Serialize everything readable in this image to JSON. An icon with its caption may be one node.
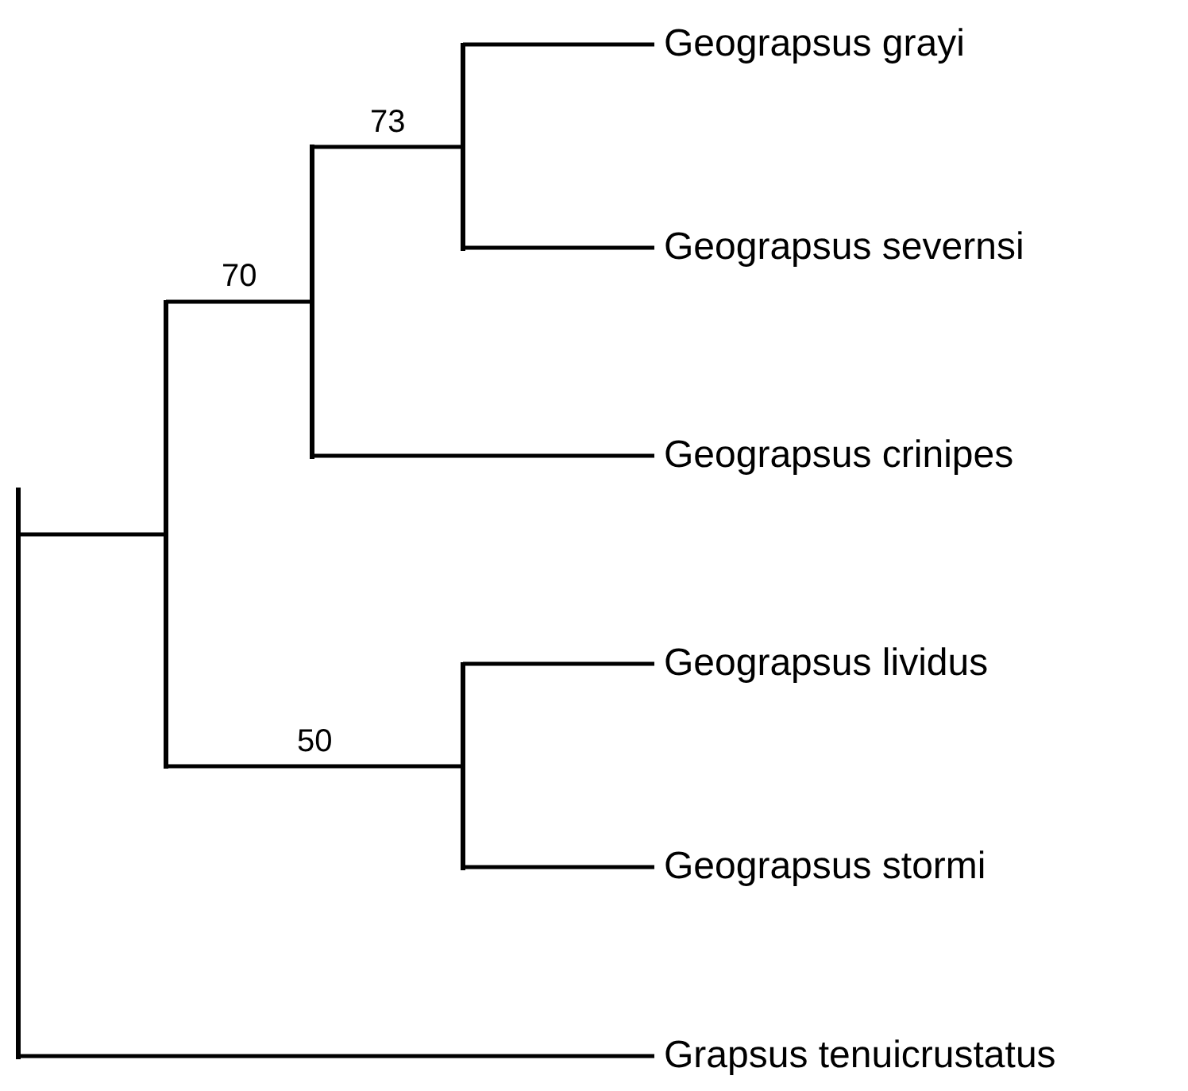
{
  "diagram": {
    "nodes": [
      {
        "text": [],
        "shape": "bar"
      },
      {
        "text": [],
        "shape": "bar"
      },
      {
        "text": [],
        "shape": "bar"
      },
      {
        "text": [],
        "shape": "bar"
      },
      {
        "text": [
          "Geograpsus grayi"
        ]
      },
      {
        "text": [
          "Geograpsus severnsi"
        ]
      },
      {
        "text": [
          "Geograpsus crinipes"
        ]
      },
      {
        "text": [],
        "shape": "bar"
      },
      {
        "text": [
          "Geograpsus lividus"
        ]
      },
      {
        "text": [
          "Geograpsus stormi"
        ]
      },
      {
        "text": [
          "Grapsus tenuicrustatus"
        ]
      }
    ],
    "edges": [
      {
        "from": 0,
        "to": 1,
        "arrow": "none"
      },
      {
        "from": 0,
        "to": 10,
        "arrow": "none"
      },
      {
        "from": 1,
        "to": 2,
        "arrow": "none",
        "label": "70"
      },
      {
        "from": 1,
        "to": 7,
        "arrow": "none",
        "label": "50"
      },
      {
        "from": 2,
        "to": 3,
        "arrow": "none",
        "label": "73"
      },
      {
        "from": 2,
        "to": 6,
        "arrow": "none"
      },
      {
        "from": 3,
        "to": 4,
        "arrow": "none"
      },
      {
        "from": 3,
        "to": 5,
        "arrow": "none"
      },
      {
        "from": 7,
        "to": 8,
        "arrow": "none"
      },
      {
        "from": 7,
        "to": 9,
        "arrow": "none"
      }
    ]
  }
}
